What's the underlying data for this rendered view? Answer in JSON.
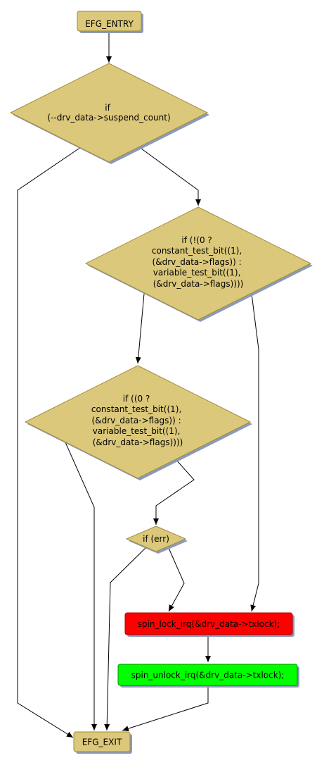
{
  "colors": {
    "node_fill": "#DBC87A",
    "node_stroke": "#A08A3A",
    "shadow": "#8C9AB8",
    "lock_fill": "#FF0000",
    "unlock_fill": "#00FF00",
    "edge": "#000000"
  },
  "nodes": {
    "entry": {
      "label": "EFG_ENTRY"
    },
    "cond_suspend": {
      "lines": [
        "if",
        "(--drv_data->suspend_count)"
      ]
    },
    "cond_not_test_bit": {
      "lines": [
        "if (!(0 ?",
        "constant_test_bit((1),",
        "(&drv_data->flags)) :",
        "variable_test_bit((1),",
        "(&drv_data->flags))))"
      ]
    },
    "cond_test_bit": {
      "lines": [
        "if ((0 ?",
        "constant_test_bit((1),",
        "(&drv_data->flags)) :",
        "variable_test_bit((1),",
        "(&drv_data->flags))))"
      ]
    },
    "cond_err": {
      "label": "if (err)"
    },
    "spin_lock": {
      "label": "spin_lock_irq(&drv_data->txlock);"
    },
    "spin_unlock": {
      "label": "spin_unlock_irq(&drv_data->txlock);"
    },
    "exit": {
      "label": "EFG_EXIT"
    }
  }
}
